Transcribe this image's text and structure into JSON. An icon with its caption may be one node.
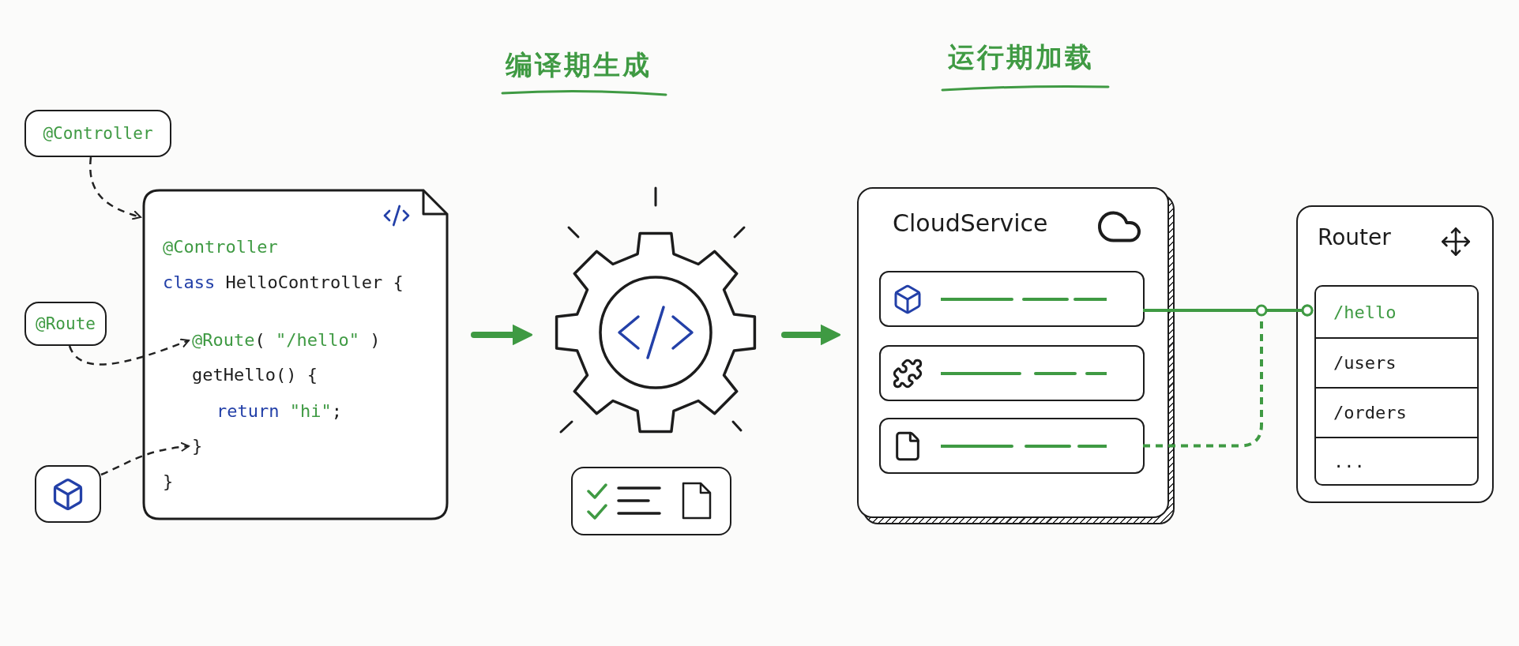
{
  "diagram": {
    "nodes": [
      {
        "text": [
          "@Controller"
        ]
      },
      {
        "text": [
          "@Route"
        ]
      },
      {
        "text": [],
        "shape": "box"
      },
      {
        "text": [],
        "shape": "document"
      },
      {
        "text": [
          "@Controller"
        ],
        "in": 3
      },
      {
        "text": [
          "class HelloController {"
        ],
        "in": 3
      },
      {
        "text": [
          "@Route( \"/hello\" )"
        ],
        "in": 3
      },
      {
        "text": [
          "getHello() {"
        ],
        "in": 3
      },
      {
        "text": [
          "return \"hi\";"
        ],
        "in": 3
      },
      {
        "text": [
          "}"
        ],
        "in": 3
      },
      {
        "text": [
          "}"
        ],
        "in": 3
      },
      {
        "text": [],
        "shape": "gear"
      },
      {
        "text": [],
        "shape": "box"
      },
      {
        "text": [
          "CloudService"
        ]
      },
      {
        "text": [],
        "shape": "box",
        "in": 13
      },
      {
        "text": [],
        "shape": "box",
        "in": 13
      },
      {
        "text": [],
        "shape": "box",
        "in": 13
      },
      {
        "text": [
          "Router"
        ]
      },
      {
        "text": [
          "/hello"
        ],
        "in": 17
      },
      {
        "text": [
          "/users"
        ],
        "in": 17
      },
      {
        "text": [
          "/orders"
        ],
        "in": 17
      },
      {
        "text": [
          "..."
        ],
        "in": 17
      }
    ],
    "edges": [
      {
        "from": 0,
        "to": 3,
        "arrow": "to",
        "style": "dashed",
        "color": "#222222"
      },
      {
        "from": 1,
        "to": 6,
        "arrow": "to",
        "style": "dashed",
        "color": "#222222"
      },
      {
        "from": 2,
        "to": 9,
        "arrow": "to",
        "style": "dashed",
        "color": "#222222"
      },
      {
        "from": 3,
        "to": 11,
        "arrow": "to",
        "style": "thick"
      },
      {
        "from": 11,
        "to": 13,
        "arrow": "to",
        "style": "thick"
      },
      {
        "from": 14,
        "to": 18,
        "arrow": "other"
      },
      {
        "from": 16,
        "to": 18,
        "arrow": "other",
        "style": "dashed"
      }
    ],
    "labels": [
      "编译期生成",
      "运行期加载"
    ]
  }
}
